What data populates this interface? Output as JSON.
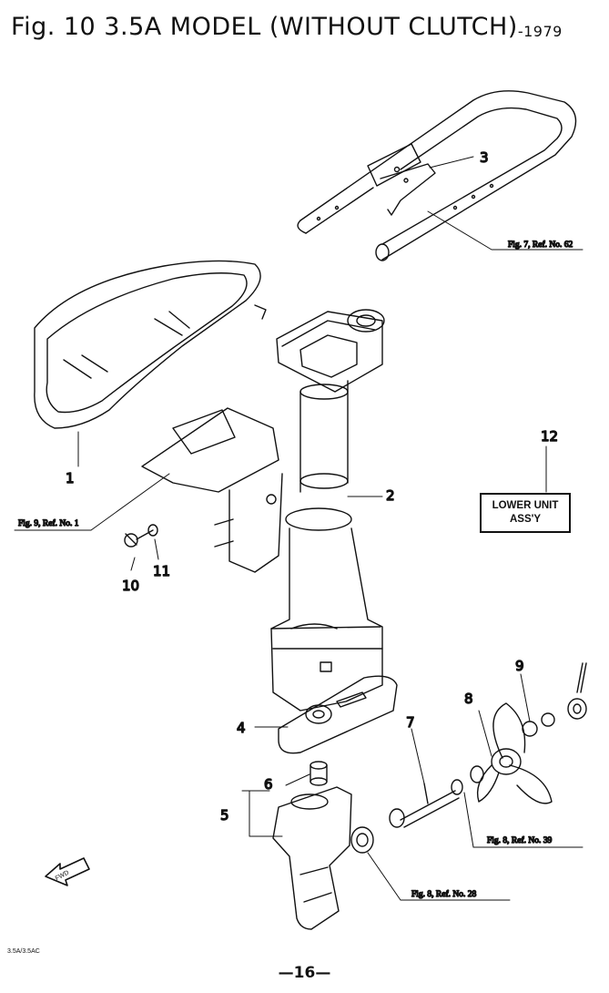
{
  "title": {
    "main": "Fig. 10  3.5A MODEL (WITHOUT CLUTCH)",
    "year": "-1979"
  },
  "callouts": {
    "n1": "1",
    "n2": "2",
    "n3": "3",
    "n4": "4",
    "n5": "5",
    "n6": "6",
    "n7": "7",
    "n8": "8",
    "n9": "9",
    "n10": "10",
    "n11": "11",
    "n12": "12"
  },
  "references": {
    "fig7": "Fig. 7, Ref. No. 62",
    "fig9": "Fig. 9, Ref. No. 1",
    "fig8_39": "Fig. 8, Ref. No. 39",
    "fig8_28": "Fig. 8, Ref. No. 28"
  },
  "label_box": {
    "line1": "LOWER UNIT",
    "line2": "ASS'Y"
  },
  "fwd_arrow": "FWD",
  "footer": {
    "code": "3.5A/3.5AC",
    "page": "—16—"
  },
  "icons": {
    "fwd": "fwd-arrow-icon"
  }
}
